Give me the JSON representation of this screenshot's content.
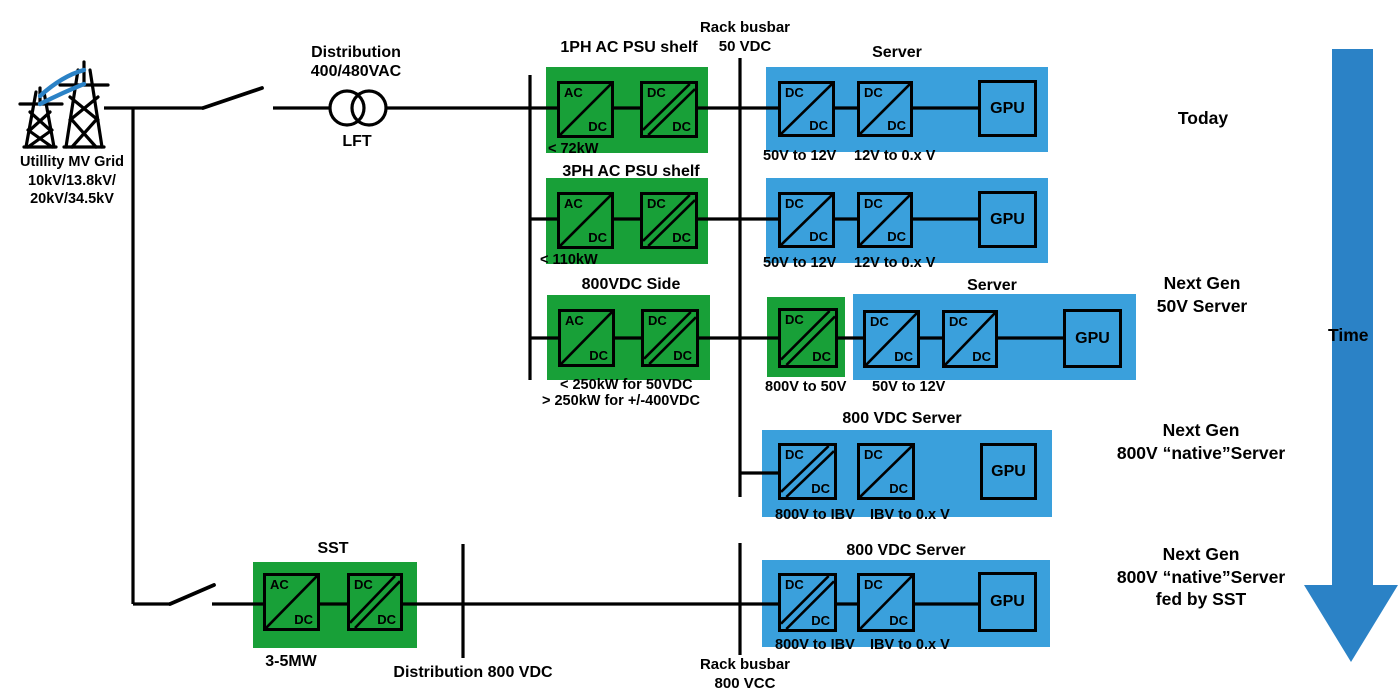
{
  "colors": {
    "green": "#18A038",
    "blue": "#3AA0DC",
    "accent": "#2B82C6"
  },
  "conv_labels": {
    "ac": "AC",
    "dc": "DC"
  },
  "gpu_label": "GPU",
  "utility": {
    "line1": "Utillity MV Grid",
    "line2": "10kV/13.8kV/",
    "line3": "20kV/34.5kV"
  },
  "distribution_ac": {
    "line1": "Distribution",
    "line2": "400/480VAC",
    "transformer": "LFT"
  },
  "rack_busbar_50": {
    "line1": "Rack busbar",
    "line2": "50 VDC"
  },
  "rack_busbar_800": {
    "line1": "Rack busbar",
    "line2": "800 VCC"
  },
  "distribution_800": {
    "label": "Distribution 800 VDC"
  },
  "sst": {
    "title": "SST",
    "rating": "3-5MW"
  },
  "row1": {
    "shelf_title": "1PH AC PSU shelf",
    "shelf_caption": "< 72kW",
    "server_title": "Server",
    "caption1": "50V to 12V",
    "caption2": "12V to 0.x V"
  },
  "row2": {
    "shelf_title": "3PH AC PSU shelf",
    "shelf_caption": "< 110kW",
    "caption1": "50V to 12V",
    "caption2": "12V to 0.x V"
  },
  "row3": {
    "shelf_title": "800VDC Side",
    "shelf_caption1": "< 250kW for 50VDC",
    "shelf_caption2": "> 250kW for +/-400VDC",
    "rack_conv_caption": "800V to 50V",
    "server_title": "Server",
    "caption1": "50V to 12V"
  },
  "row4": {
    "server_title": "800 VDC Server",
    "caption1": "800V to IBV",
    "caption2": "IBV to 0.x V"
  },
  "row5": {
    "server_title": "800 VDC Server",
    "caption1": "800V to IBV",
    "caption2": "IBV to 0.x V"
  },
  "timeline": {
    "today": "Today",
    "gen50_line1": "Next Gen",
    "gen50_line2": "50V Server",
    "gen800_line1": "Next Gen",
    "gen800_line2": "800V “native”Server",
    "gen800sst_line1": "Next Gen",
    "gen800sst_line2": "800V “native”Server",
    "gen800sst_line3": "fed by SST",
    "time": "Time"
  }
}
